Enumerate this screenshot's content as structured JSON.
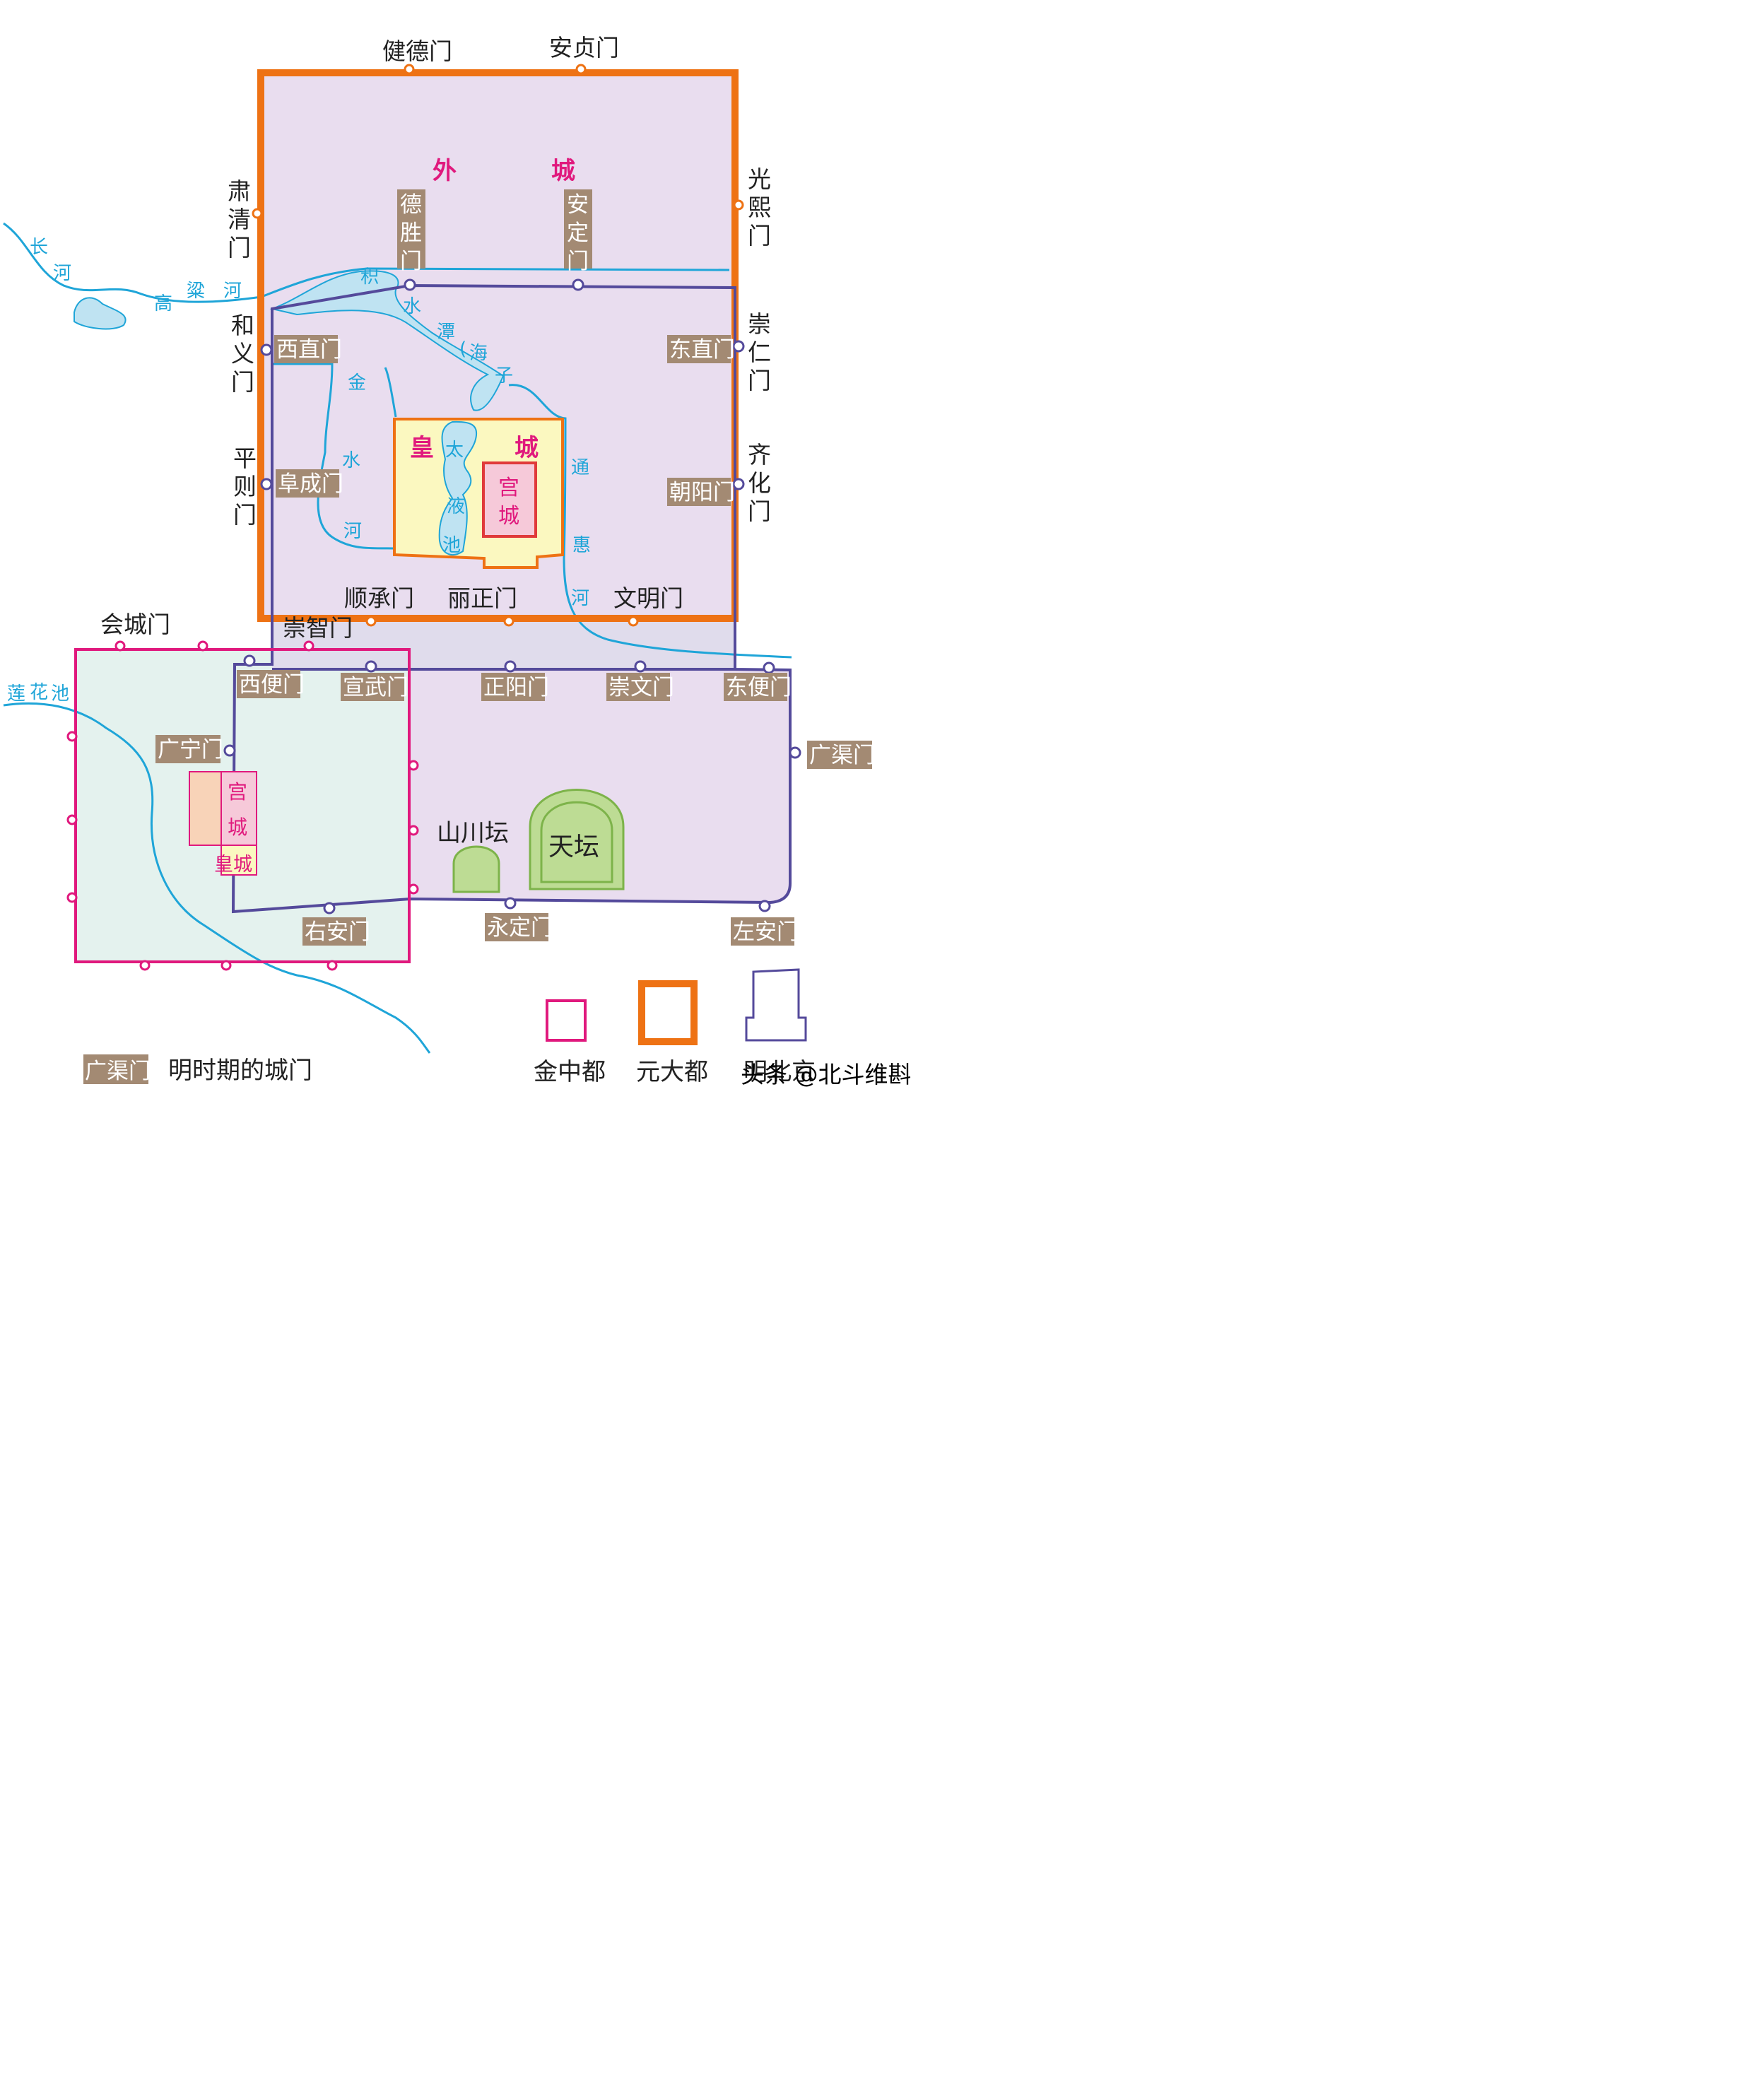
{
  "colors": {
    "jin_zhongdu": "#e0197d",
    "yuan_dadu": "#ee7214",
    "ming": "#544a9b",
    "river": "#1fa5d8",
    "ming_gate_bg": "#a38a73",
    "outer_fill": "#e9ddef",
    "jin_fill": "#e4f2ee",
    "imperial_fill": "#fbf8c0",
    "palace_fill": "#f6c9d9",
    "altar_fill": "#bddc94"
  },
  "regions": {
    "outer_city": [
      "外",
      "城"
    ],
    "imperial_city": [
      "皇",
      "城"
    ],
    "palace_city": [
      "宫",
      "城"
    ],
    "jin_palace": [
      "宫",
      "城"
    ],
    "jin_imperial": "皇城"
  },
  "yuan_gates": {
    "north": [
      "健德门",
      "安贞门"
    ],
    "west": [
      "肃清门",
      "和义门",
      "平则门"
    ],
    "east": [
      "光熙门",
      "崇仁门",
      "齐化门"
    ],
    "south": [
      "顺承门",
      "丽正门",
      "文明门"
    ]
  },
  "ming_gates": {
    "north_inner": [
      "德胜门",
      "安定门"
    ],
    "west": [
      "西直门",
      "阜成门"
    ],
    "east": [
      "东直门",
      "朝阳门"
    ],
    "south_inner": [
      "宣武门",
      "正阳门",
      "崇文门"
    ],
    "outer_corners": [
      "西便门",
      "东便门"
    ],
    "outer_sides": [
      "广宁门",
      "广渠门"
    ],
    "outer_south": [
      "右安门",
      "永定门",
      "左安门"
    ]
  },
  "other_labels": {
    "chongzhi_gate": "崇智门",
    "huicheng_gate": "会城门"
  },
  "rivers": {
    "changhe": [
      "长",
      "河"
    ],
    "gaoliang": [
      "高",
      "粱",
      "河"
    ],
    "jishuitan": [
      "积",
      "水",
      "潭",
      "(",
      "海",
      "子"
    ],
    "jinshui": [
      "金",
      "水",
      "河"
    ],
    "taiyechi": [
      "太",
      "液",
      "池"
    ],
    "tonghui": [
      "通",
      "惠",
      "河"
    ],
    "lianhuachi": "莲花池"
  },
  "altars": {
    "tiantan": "天坛",
    "shanchuan": "山川坛"
  },
  "legend": {
    "ming_gate_sample": "广渠门",
    "ming_gate_desc": "明时期的城门",
    "jin": "金中都",
    "yuan": "元大都",
    "ming": "明北京"
  },
  "watermark": "头条 @北斗维斟"
}
